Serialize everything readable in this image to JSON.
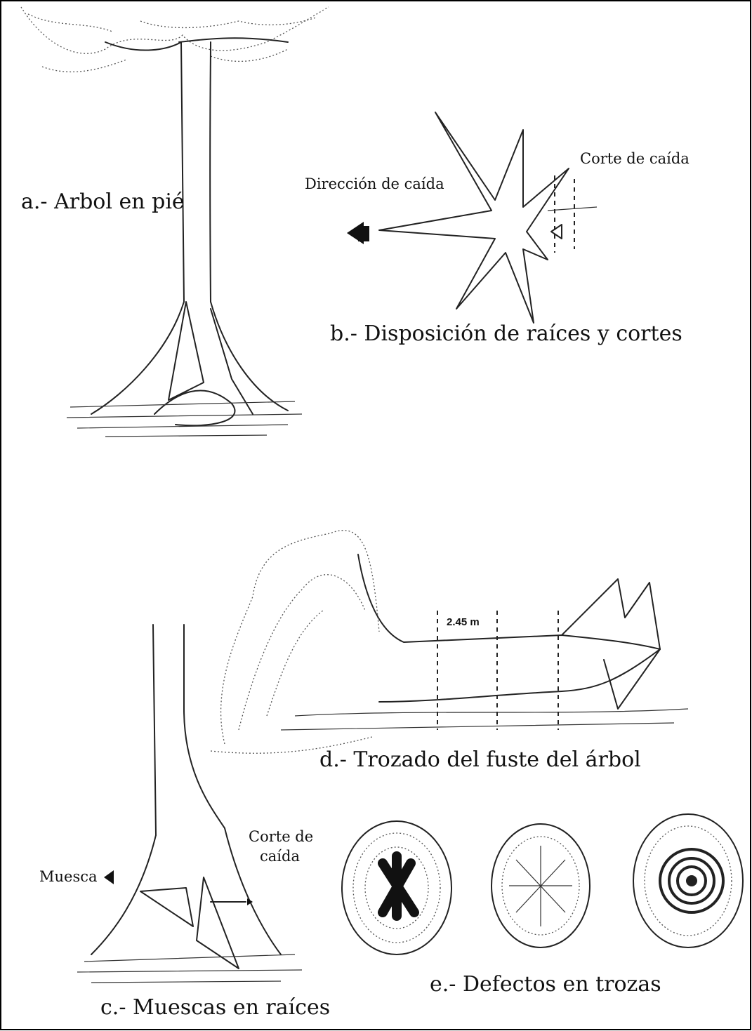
{
  "panels": {
    "a": {
      "caption": "a.- Arbol en pié"
    },
    "b": {
      "caption": "b.- Disposición de raíces y cortes",
      "fall_direction": "Dirección de caída",
      "fall_cut": "Corte de caída"
    },
    "c": {
      "caption": "c.- Muescas en raíces",
      "notch": "Muesca",
      "fall_cut_line1": "Corte de",
      "fall_cut_line2": "caída"
    },
    "d": {
      "caption": "d.- Trozado del fuste del árbol",
      "length": "2.45 m"
    },
    "e": {
      "caption": "e.- Defectos en trozas"
    }
  },
  "colors": {
    "ink": "#222222",
    "paper": "#ffffff",
    "frame": "#000000"
  }
}
